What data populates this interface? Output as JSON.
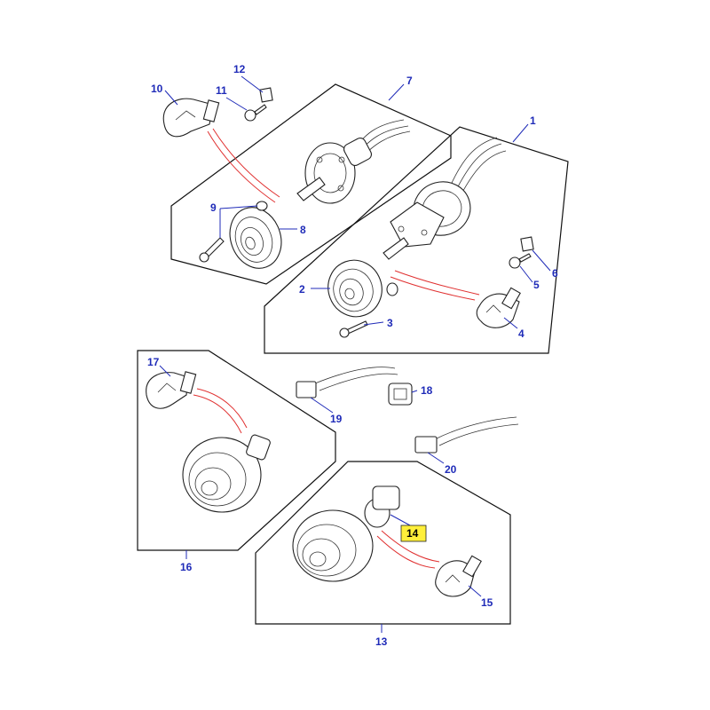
{
  "diagram": {
    "highlight_color": "#ffef3a",
    "callout_color": "#1f2bb8",
    "leader_accent_color": "#e03030",
    "callouts": [
      {
        "id": "c1",
        "label": "1"
      },
      {
        "id": "c2",
        "label": "2"
      },
      {
        "id": "c3",
        "label": "3"
      },
      {
        "id": "c4",
        "label": "4"
      },
      {
        "id": "c5",
        "label": "5"
      },
      {
        "id": "c6",
        "label": "6"
      },
      {
        "id": "c7",
        "label": "7"
      },
      {
        "id": "c8",
        "label": "8"
      },
      {
        "id": "c9",
        "label": "9"
      },
      {
        "id": "c10",
        "label": "10"
      },
      {
        "id": "c11",
        "label": "11"
      },
      {
        "id": "c12",
        "label": "12"
      },
      {
        "id": "c13",
        "label": "13"
      },
      {
        "id": "c14",
        "label": "14",
        "highlighted": true
      },
      {
        "id": "c15",
        "label": "15"
      },
      {
        "id": "c16",
        "label": "16"
      },
      {
        "id": "c17",
        "label": "17"
      },
      {
        "id": "c18",
        "label": "18"
      },
      {
        "id": "c19",
        "label": "19"
      },
      {
        "id": "c20",
        "label": "20"
      }
    ]
  }
}
